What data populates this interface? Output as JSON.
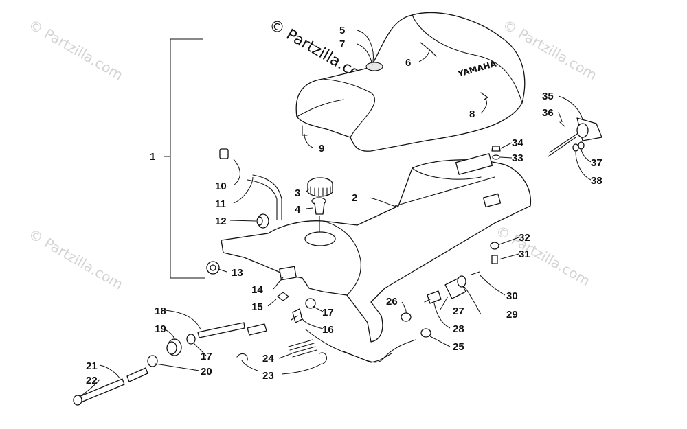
{
  "watermark": {
    "main": "© Partzilla.com",
    "faint": "© Partzilla.com"
  },
  "seat_brand": "YAMAHA",
  "callouts": {
    "c1": "1",
    "c2": "2",
    "c3": "3",
    "c4": "4",
    "c5": "5",
    "c6": "6",
    "c7": "7",
    "c8": "8",
    "c9": "9",
    "c10": "10",
    "c11": "11",
    "c12": "12",
    "c13": "13",
    "c14": "14",
    "c15": "15",
    "c16": "16",
    "c17a": "17",
    "c17b": "17",
    "c18": "18",
    "c19": "19",
    "c20": "20",
    "c21": "21",
    "c22": "22",
    "c23": "23",
    "c24": "24",
    "c25": "25",
    "c26": "26",
    "c27": "27",
    "c28": "28",
    "c29": "29",
    "c30": "30",
    "c31": "31",
    "c32": "32",
    "c33": "33",
    "c34": "34",
    "c35": "35",
    "c36": "36",
    "c37": "37",
    "c38": "38"
  }
}
